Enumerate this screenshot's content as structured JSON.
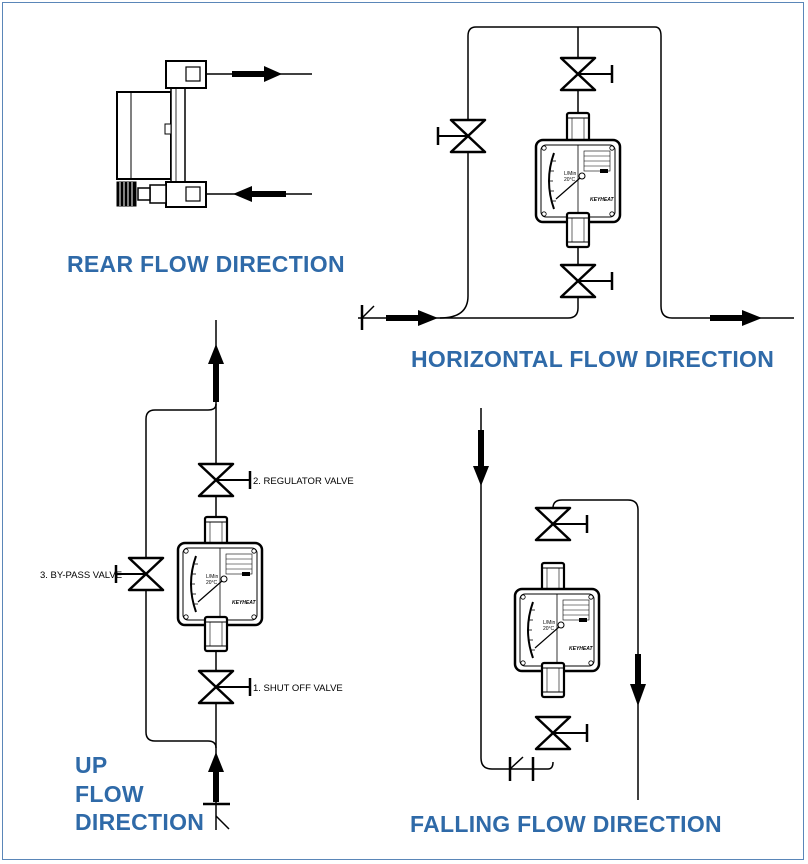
{
  "titles": {
    "rear": "REAR FLOW DIRECTION",
    "horizontal": "HORIZONTAL FLOW DIRECTION",
    "up_line1": "UP",
    "up_line2": "FLOW",
    "up_line3": "DIRECTION",
    "falling": "FALLING FLOW DIRECTION"
  },
  "labels": {
    "regulator_valve": "2. REGULATOR VALVE",
    "bypass_valve": "3. BY-PASS VALVE",
    "shutoff_valve": "1. SHUT OFF VALVE"
  },
  "colors": {
    "title": "#2f6aa8",
    "frame": "#5a86b8",
    "line": "#000000"
  }
}
